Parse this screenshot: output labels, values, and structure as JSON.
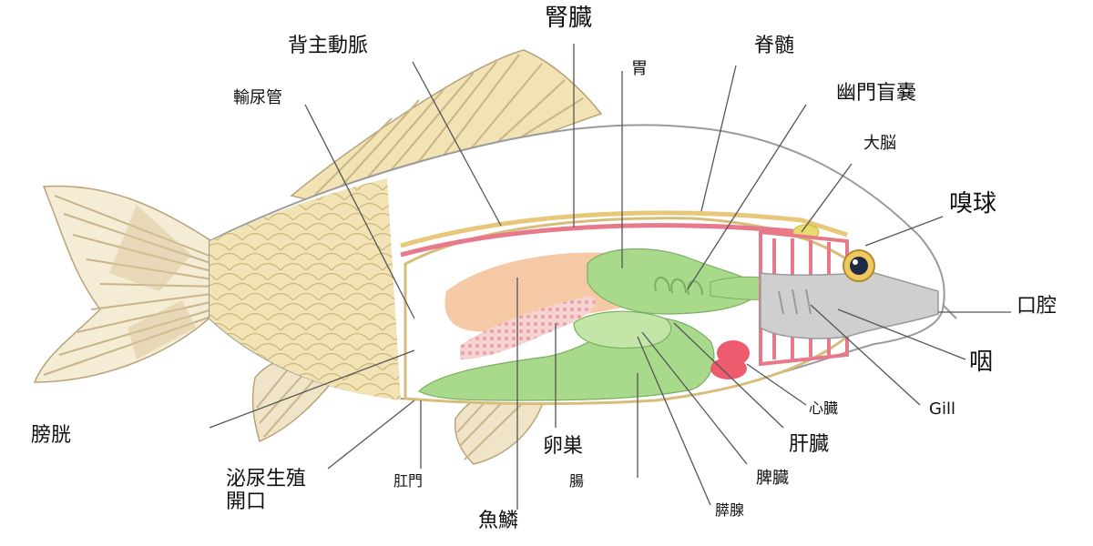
{
  "labels": {
    "kidney": "腎臓",
    "dorsal_aorta": "背主動脈",
    "stomach": "胃",
    "spinal_cord": "脊髄",
    "ureter": "輸尿管",
    "pyloric_caeca": "幽門盲嚢",
    "brain": "大脳",
    "olfactory_bulb": "嗅球",
    "oral_cavity": "口腔",
    "pharynx": "咽",
    "gill": "Gill",
    "heart": "心臓",
    "liver": "肝臓",
    "spleen": "脾臓",
    "pancreas": "膵腺",
    "intestine": "腸",
    "ovary": "卵巣",
    "scales": "魚鱗",
    "anus": "肛門",
    "urogenital_opening": "泌尿生殖\n開口",
    "bladder": "膀胱"
  },
  "colors": {
    "body_scales": "#ead9a4",
    "fin_stripe": "#c9b48a",
    "spinal_cord": "#e8dd6a",
    "aorta": "#e7798a",
    "kidney_tissue": "#f6c9a6",
    "digestive": "#a9d98a",
    "ovary": "#f3b9b9",
    "heart": "#ee5a6e",
    "gill_arches": "#cfcfcf",
    "bones": "#e8c77a",
    "leader_line": "#555555"
  }
}
